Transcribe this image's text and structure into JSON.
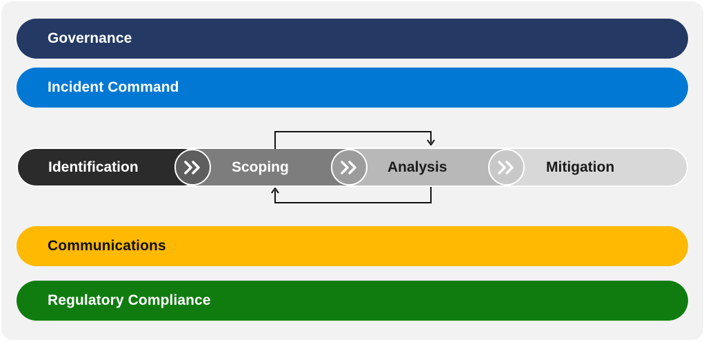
{
  "bands": {
    "governance": "Governance",
    "incident_command": "Incident Command",
    "communications": "Communications",
    "regulatory_compliance": "Regulatory Compliance"
  },
  "phases": {
    "identification": "Identification",
    "scoping": "Scoping",
    "analysis": "Analysis",
    "mitigation": "Mitigation"
  },
  "colors": {
    "governance": "#243a64",
    "incident_command": "#0078d4",
    "communications": "#ffb900",
    "regulatory_compliance": "#107c10",
    "identification": "#2b2b2b",
    "scoping": "#7d7d7d",
    "analysis": "#b8b8b8",
    "mitigation": "#d8d8d8"
  },
  "icons": {
    "phase_transition": "double-chevron-right-icon",
    "feedback_loop": "loop-arrow-icon"
  }
}
